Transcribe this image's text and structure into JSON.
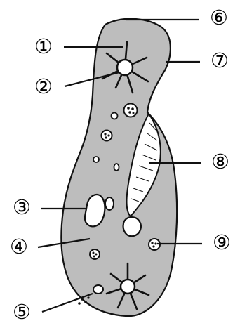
{
  "diagram": {
    "labels": [
      {
        "id": "label-1",
        "text": "①"
      },
      {
        "id": "label-2",
        "text": "②"
      },
      {
        "id": "label-3",
        "text": "③"
      },
      {
        "id": "label-4",
        "text": "④"
      },
      {
        "id": "label-5",
        "text": "⑤"
      },
      {
        "id": "label-6",
        "text": "⑥"
      },
      {
        "id": "label-7",
        "text": "⑦"
      },
      {
        "id": "label-8",
        "text": "⑧"
      },
      {
        "id": "label-9",
        "text": "⑨"
      }
    ],
    "colors": {
      "cell_fill": "#bdbdbd",
      "outline": "#111111",
      "vacuole_fill": "#ffffff",
      "background": "#ffffff"
    }
  }
}
